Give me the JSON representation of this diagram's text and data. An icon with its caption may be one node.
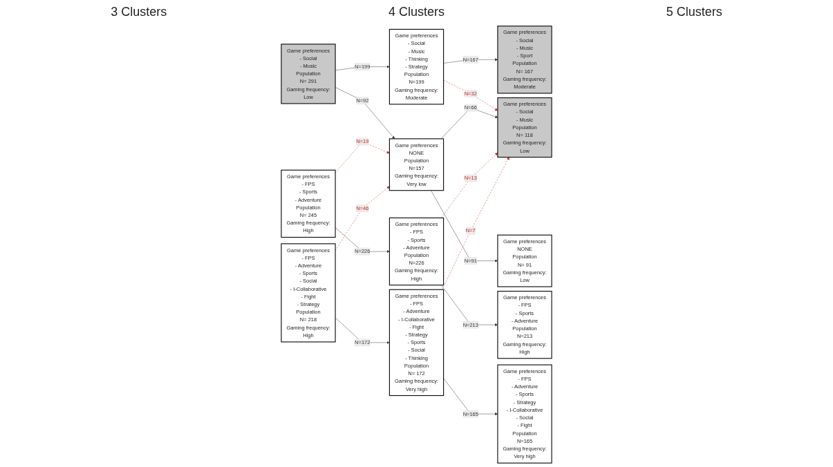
{
  "diagram": {
    "nodes": [
      {
        "text": [
          "Game preferences",
          "- Social",
          "- Music",
          "Population",
          "N= 291",
          "Gaming frequency:",
          "Low"
        ]
      },
      {
        "text": [
          "Game preferences",
          "- FPS",
          "- Sports",
          "- Adventure",
          "Population",
          "N= 245",
          "Gaming frequency:",
          "High"
        ]
      },
      {
        "text": [
          "Game preferences",
          "- FPS",
          "- Adventure",
          "- Sports",
          "- Social",
          "- I-Collaborative",
          "- Fight",
          "- Strategy",
          "Population",
          "N= 218",
          "Gaming frequency:",
          "High"
        ]
      },
      {
        "text": [
          "Game preferences",
          "- Social",
          "- Music",
          "- Thinking",
          "- Strategy",
          "Population",
          "N=199",
          "Gaming frequency:",
          "Moderate"
        ]
      },
      {
        "text": [
          "Game preferences",
          "NONE",
          "Population",
          "N=157",
          "Gaming frequency:",
          "Very low"
        ]
      },
      {
        "text": [
          "Game preferences",
          "- FPS",
          "- Sports",
          "- Adventure",
          "Population",
          "N=226",
          "Gaming frequency:",
          "High"
        ]
      },
      {
        "text": [
          "Game preferences",
          "- FPS",
          "- Adventure",
          "- I-Collaborative",
          "- Fight",
          "- Strategy",
          "- Sports",
          "- Social",
          "- Thinking",
          "Population",
          "N= 172",
          "Gaming frequency:",
          "Very high"
        ]
      },
      {
        "text": [
          "Game preferences",
          "- Social",
          "- Music",
          "- Sport",
          "Population",
          "N= 167",
          "Gaming frequency:",
          "Moderate"
        ]
      },
      {
        "text": [
          "Game preferences",
          "- Social",
          "- Music",
          "Population",
          "N= 118",
          "Gaming frequency:",
          "Low"
        ]
      },
      {
        "text": [
          "Game preferences",
          "NONE",
          "Population",
          "N= 91",
          "Gaming frequency:",
          "Low"
        ]
      },
      {
        "text": [
          "Game preferences",
          "- FPS",
          "- Sports",
          "- Adventure",
          "Population",
          "N=213",
          "Gaming frequency:",
          "High"
        ]
      },
      {
        "text": [
          "Game preferences",
          "- FPS",
          "- Adventure",
          "- Sports",
          "- Strategy",
          "- I-Collaborative",
          "- Social",
          "- Fight",
          "Population",
          "N=165",
          "Gaming frequency:",
          "Very high"
        ]
      }
    ],
    "edges": [
      {
        "from": 0,
        "to": 3,
        "arrow": "to",
        "label": "N=199"
      },
      {
        "from": 0,
        "to": 4,
        "arrow": "to",
        "label": "N=92"
      },
      {
        "from": 1,
        "to": 4,
        "arrow": "to",
        "label": "N=19",
        "style": "dashed",
        "color": "#d02020"
      },
      {
        "from": 1,
        "to": 5,
        "arrow": "to",
        "label": "N=226"
      },
      {
        "from": 2,
        "to": 4,
        "arrow": "to",
        "label": "N=46",
        "style": "dashed",
        "color": "#d02020"
      },
      {
        "from": 2,
        "to": 6,
        "arrow": "to",
        "label": "N=172"
      },
      {
        "from": 3,
        "to": 7,
        "arrow": "to",
        "label": "N=167"
      },
      {
        "from": 3,
        "to": 8,
        "arrow": "to",
        "label": "N=32",
        "style": "dashed",
        "color": "#d02020"
      },
      {
        "from": 4,
        "to": 8,
        "arrow": "to",
        "label": "N=66"
      },
      {
        "from": 4,
        "to": 9,
        "arrow": "to",
        "label": "N=91"
      },
      {
        "from": 5,
        "to": 8,
        "arrow": "to",
        "label": "N=13",
        "style": "dashed",
        "color": "#d02020"
      },
      {
        "from": 5,
        "to": 10,
        "arrow": "to",
        "label": "N=213"
      },
      {
        "from": 6,
        "to": 8,
        "arrow": "to",
        "label": "N=7",
        "style": "dashed",
        "color": "#d02020"
      },
      {
        "from": 6,
        "to": 11,
        "arrow": "to",
        "label": "N=165"
      }
    ],
    "labels": [
      "3 Clusters",
      "4 Clusters",
      "5 Clusters"
    ]
  }
}
